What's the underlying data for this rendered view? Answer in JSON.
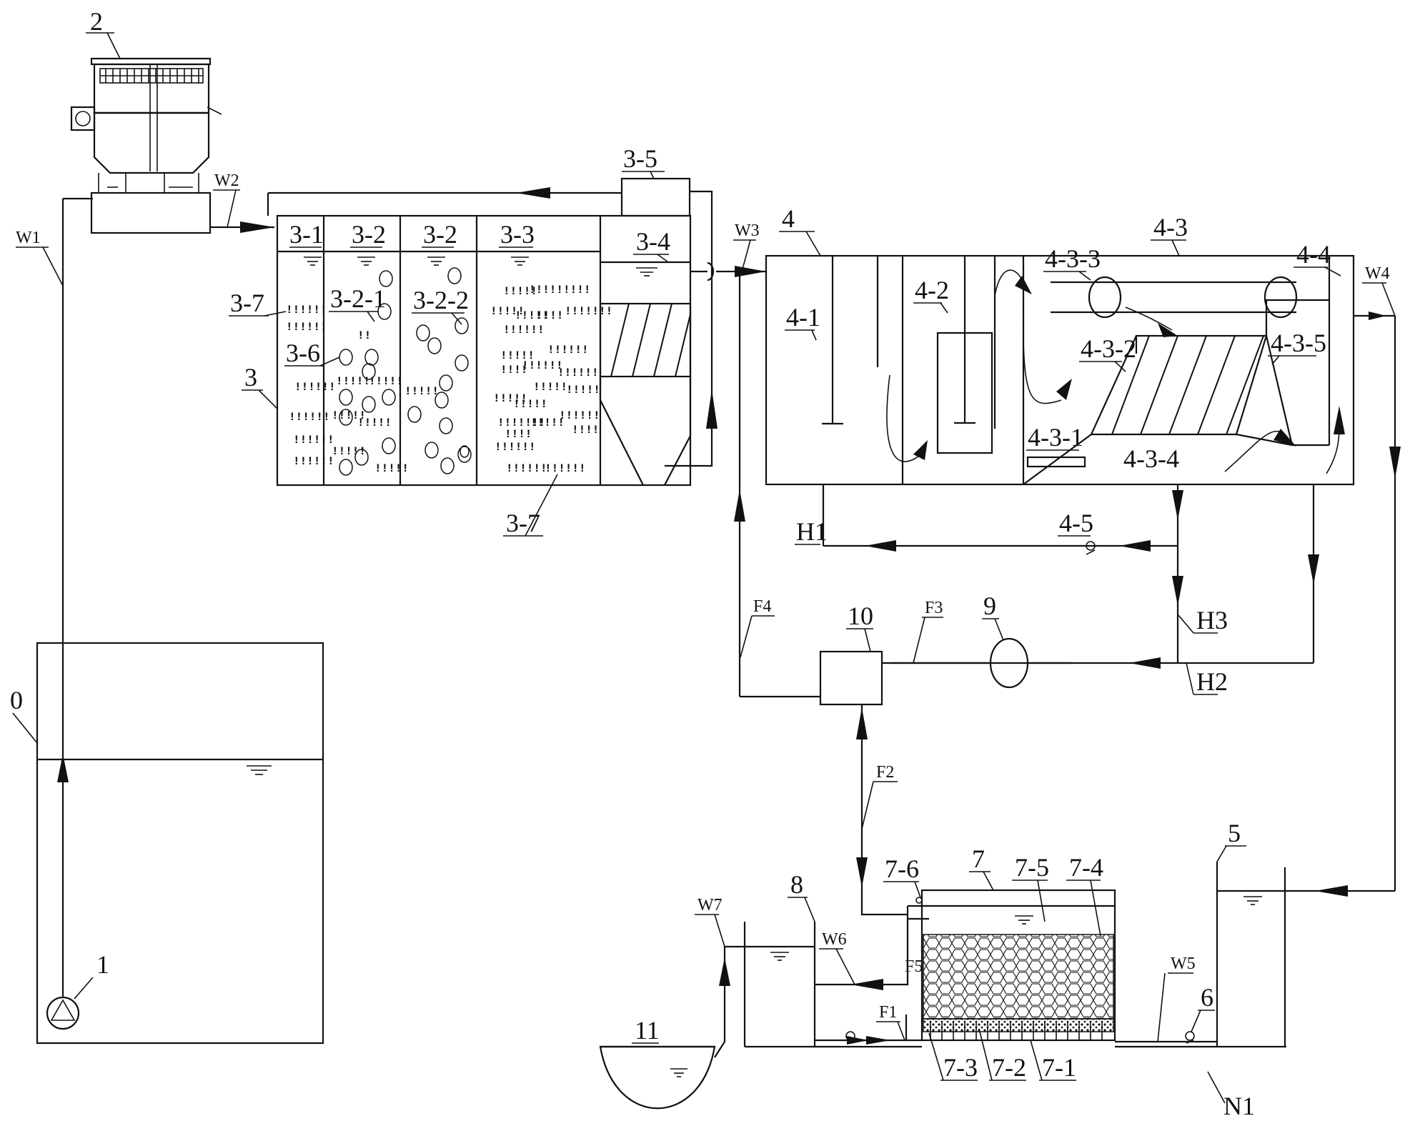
{
  "labels": {
    "n0": "0",
    "n1": "1",
    "n2": "2",
    "n3": "3",
    "n4": "4",
    "n5": "5",
    "n6": "6",
    "n7": "7",
    "n8": "8",
    "n9": "9",
    "n10": "10",
    "n11": "11",
    "n3_1": "3-1",
    "n3_2a": "3-2",
    "n3_2b": "3-2",
    "n3_3": "3-3",
    "n3_4": "3-4",
    "n3_5": "3-5",
    "n3_6": "3-6",
    "n3_7a": "3-7",
    "n3_7b": "3-7",
    "n3_2_1": "3-2-1",
    "n3_2_2": "3-2-2",
    "n4_1": "4-1",
    "n4_2": "4-2",
    "n4_3": "4-3",
    "n4_4": "4-4",
    "n4_5": "4-5",
    "n4_3_1": "4-3-1",
    "n4_3_2": "4-3-2",
    "n4_3_3": "4-3-3",
    "n4_3_4": "4-3-4",
    "n4_3_5": "4-3-5",
    "n7_1": "7-1",
    "n7_2": "7-2",
    "n7_3": "7-3",
    "n7_4": "7-4",
    "n7_5": "7-5",
    "n7_6": "7-6",
    "w1": "W1",
    "w2": "W2",
    "w3": "W3",
    "w4": "W4",
    "w5": "W5",
    "w6": "W6",
    "w7": "W7",
    "f1": "F1",
    "f2": "F2",
    "f3": "F3",
    "f4": "F4",
    "f5": "F5",
    "h1": "H1",
    "h2": "H2",
    "h3": "H3",
    "n_1": "N1"
  }
}
